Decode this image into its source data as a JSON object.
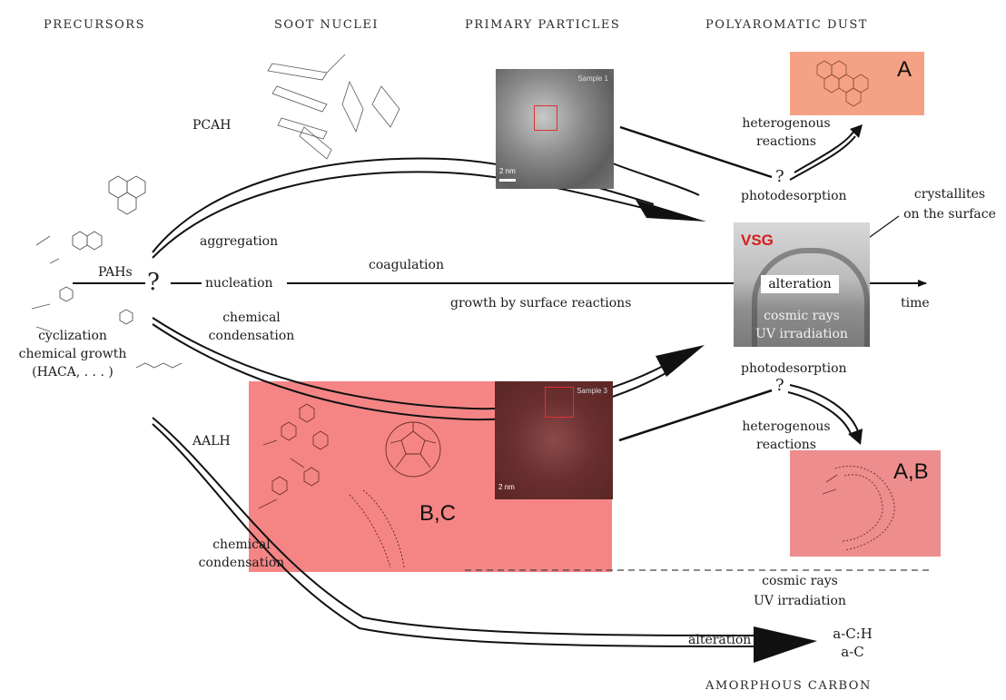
{
  "headers": {
    "precursors": "PRECURSORS",
    "soot_nuclei": "SOOT NUCLEI",
    "primary_particles": "PRIMARY PARTICLES",
    "polyaromatic_dust": "POLYAROMATIC DUST",
    "amorphous_carbon": "AMORPHOUS CARBON"
  },
  "labels": {
    "pcah": "PCAH",
    "aggregation": "aggregation",
    "pahs": "PAHs",
    "question": "?",
    "nucleation": "nucleation",
    "coagulation": "coagulation",
    "growth": "growth by surface reactions",
    "time": "time",
    "chemical_condensation_top_1": "chemical",
    "chemical_condensation_top_2": "condensation",
    "cyclization_1": "cyclization",
    "cyclization_2": "chemical growth",
    "cyclization_3": "(HACA, . . . )",
    "aalh": "AALH",
    "chemical_condensation_bottom_1": "chemical",
    "chemical_condensation_bottom_2": "condensation",
    "heterogenous_top_1": "heterogenous",
    "heterogenous_top_2": "reactions",
    "photodesorption_top": "photodesorption",
    "question_top": "?",
    "crystallites_1": "crystallites",
    "crystallites_2": "on the surface",
    "vsg": "VSG",
    "alteration_vsg": "alteration",
    "cosmic_rays_vsg": "cosmic rays",
    "uv_vsg": "UV irradiation",
    "photodesorption_bottom": "photodesorption",
    "question_bottom": "?",
    "heterogenous_bottom_1": "heterogenous",
    "heterogenous_bottom_2": "reactions",
    "cosmic_rays_bottom": "cosmic rays",
    "uv_bottom": "UV irradiation",
    "alteration_bottom": "alteration",
    "ac_h": "a-C:H",
    "ac": "a-C"
  },
  "boxes": {
    "box_a": "A",
    "box_ab": "A,B",
    "box_bc": "B,C"
  },
  "micrographs": {
    "sample1_tag": "Sample 1",
    "sample1_scale": "2 nm",
    "sample3_tag": "Sample 3",
    "sample3_scale": "2 nm"
  },
  "colors": {
    "box_a_fill": "#f4a283",
    "box_ab_fill": "#ee8d8d",
    "box_bc_fill": "#f58585",
    "vsg_text": "#d81c1c",
    "arrow": "#111111"
  }
}
